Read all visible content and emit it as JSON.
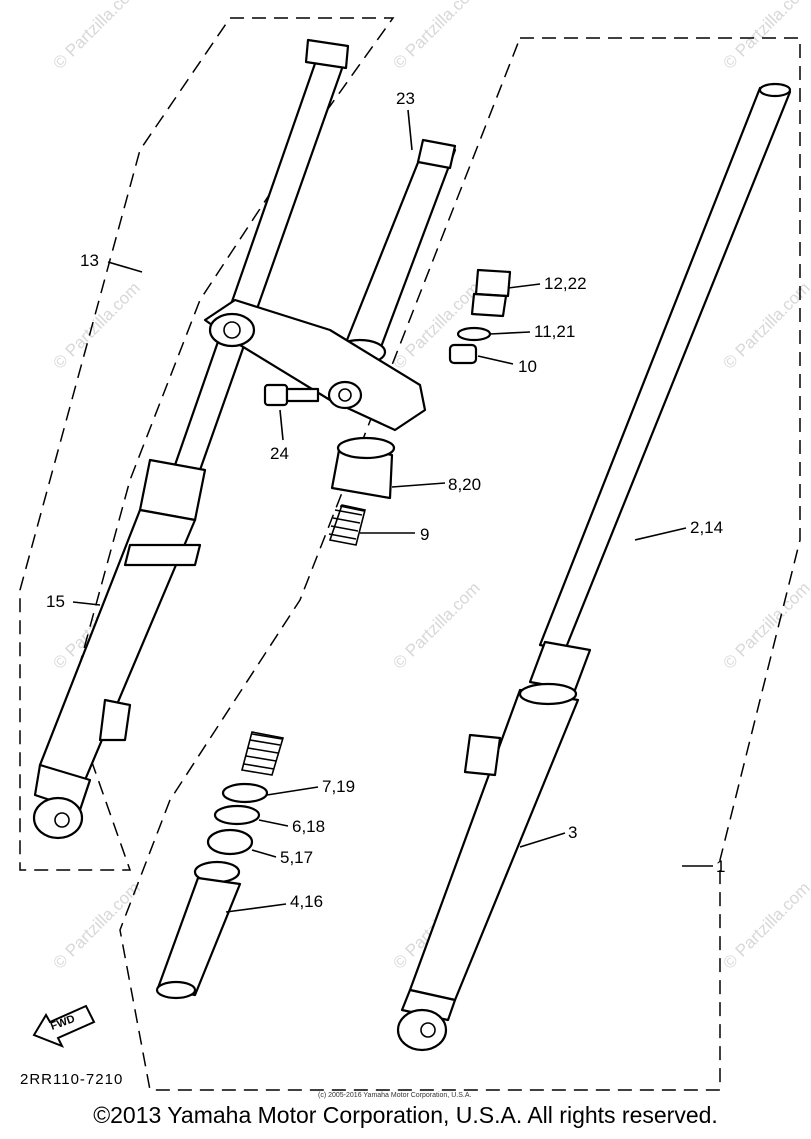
{
  "diagram": {
    "callouts": [
      "23",
      "13",
      "12,22",
      "11,21",
      "10",
      "24",
      "8,20",
      "9",
      "2,14",
      "15",
      "7,19",
      "6,18",
      "3",
      "5,17",
      "1",
      "4,16"
    ],
    "fwd_label": "FWD",
    "drawing_code": "2RR110-7210",
    "small_copyright": "(c) 2005-2016 Yamaha Motor Corporation, U.S.A.",
    "watermark": "© Partzilla.com"
  },
  "footer": {
    "copyright": "©2013 Yamaha Motor Corporation, U.S.A. All rights reserved."
  }
}
